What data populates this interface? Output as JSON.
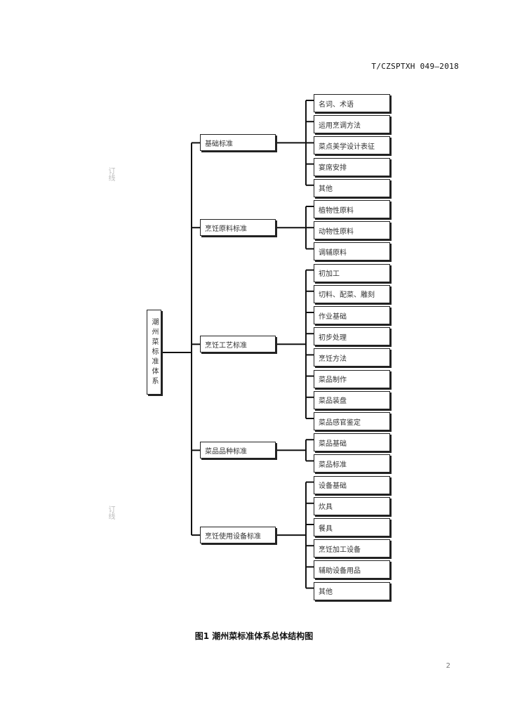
{
  "header": {
    "doc_code": "T/CZSPTXH 049—2018"
  },
  "root": {
    "label": "潮州菜标准体系"
  },
  "groups": [
    {
      "label": "基础标准",
      "children": [
        "名词、术语",
        "运用烹调方法",
        "菜点美学设计表征",
        "宴席安排",
        "其他"
      ]
    },
    {
      "label": "烹饪原料标准",
      "children": [
        "植物性原料",
        "动物性原料",
        "调辅原料"
      ]
    },
    {
      "label": "烹饪工艺标准",
      "children": [
        "初加工",
        "切料、配菜、雕刻",
        "作业基础",
        "初步处理",
        "烹饪方法",
        "菜品制作",
        "菜品装盘",
        "菜品感官鉴定"
      ]
    },
    {
      "label": "菜品品种标准",
      "children": [
        "菜品基础",
        "菜品标准"
      ]
    },
    {
      "label": "烹饪使用设备标准",
      "children": [
        "设备基础",
        "炊具",
        "餐具",
        "烹饪加工设备",
        "辅助设备用品",
        "其他"
      ]
    }
  ],
  "caption": "图1 潮州菜标准体系总体结构图",
  "page_number": "2",
  "margin_marks": [
    "订线",
    "订线"
  ]
}
